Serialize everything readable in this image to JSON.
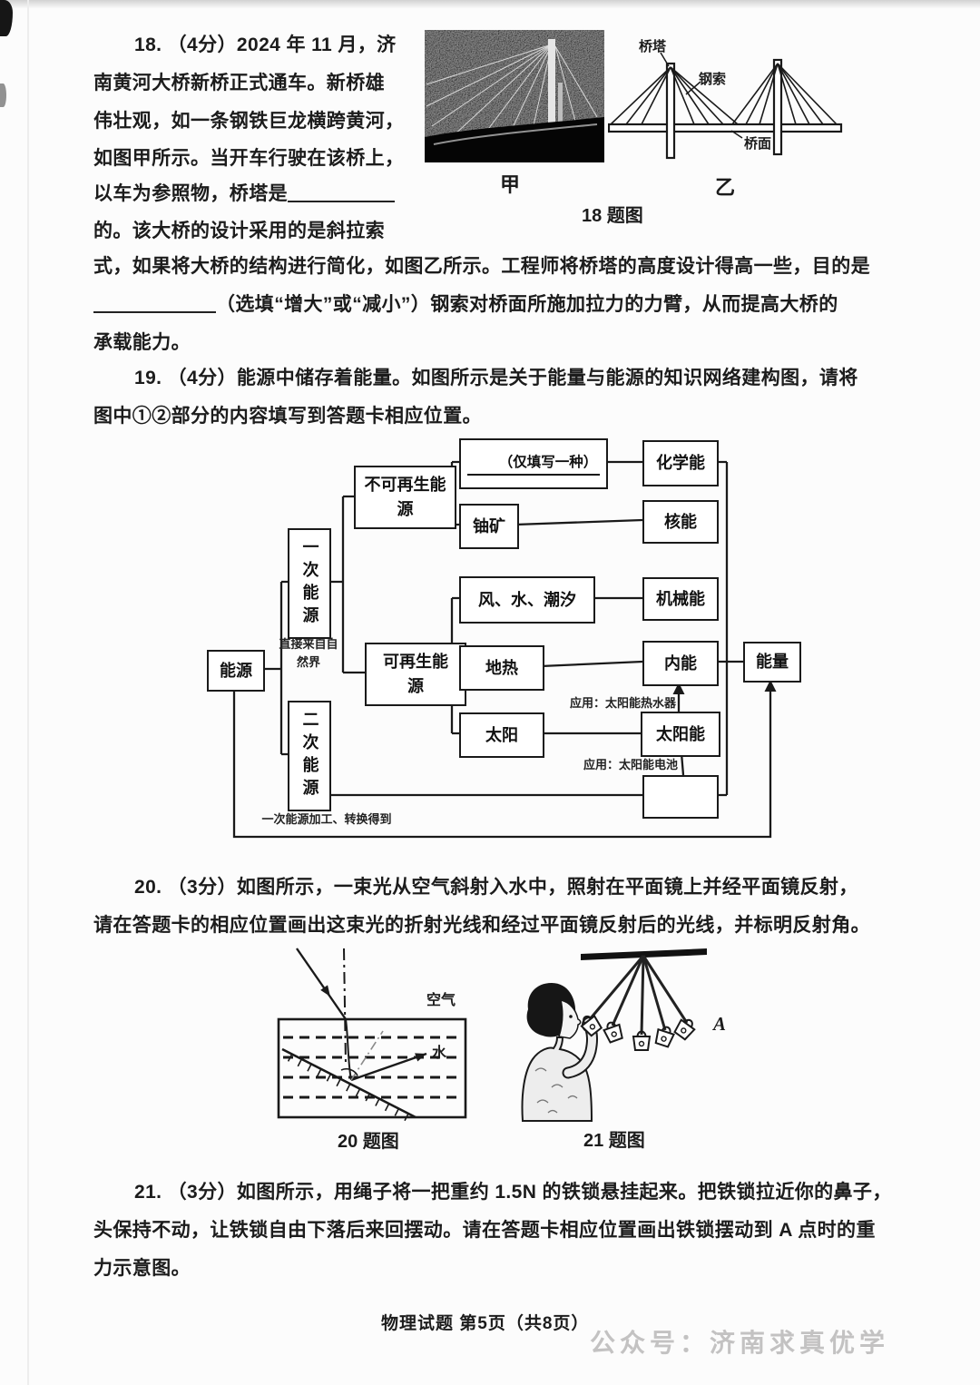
{
  "ink": "#1c1c1c",
  "q18": {
    "narrow_lines": [
      "18. （4分）2024 年 11 月，济",
      "南黄河大桥新桥正式通车。新桥雄",
      "伟壮观，如一条钢铁巨龙横跨黄河，",
      "如图甲所示。当开车行驶在该桥上，",
      "以车为参照物，桥塔是",
      "的。该大桥的设计采用的是斜拉索"
    ],
    "wide_line1": "式，如果将大桥的结构进行简化，如图乙所示。工程师将桥塔的高度设计得高一些，目的是",
    "wide_line2": "（选填“增大”或“减小”）钢索对桥面所施加拉力的力臂，从而提高大桥的",
    "wide_line3": "承载能力。",
    "figure": {
      "photo_label": "甲",
      "diagram_label": "乙",
      "caption": "18 题图",
      "tower": "桥塔",
      "cable": "钢索",
      "deck": "桥面"
    }
  },
  "q19": {
    "line1": "19. （4分）能源中储存着能量。如图所示是关于能量与能源的知识网络建构图，请将",
    "line2": "图中①②部分的内容填写到答题卡相应位置。",
    "diagram": {
      "energy_source": "能源",
      "primary": "一次能源",
      "primary_note": "直接来自自然界",
      "secondary": "二次能源",
      "secondary_note": "一次能源加工、转换得到",
      "nonrenewable": "不可再生能源",
      "renewable": "可再生能源",
      "blank1_hint": "（仅填写一种）",
      "chemical": "化学能",
      "uranium": "铀矿",
      "nuclear": "核能",
      "wind_water_tide": "风、水、潮汐",
      "mechanical": "机械能",
      "geothermal": "地热",
      "internal": "内能",
      "sun": "太阳",
      "solar": "太阳能",
      "energy": "能量",
      "app_note1": "应用：太阳能热水器",
      "app_note2": "应用：太阳能电池"
    }
  },
  "q20": {
    "line1": "20. （3分）如图所示，一束光从空气斜射入水中，照射在平面镜上并经平面镜反射，",
    "line2": "请在答题卡的相应位置画出这束光的折射光线和经过平面镜反射后的光线，并标明反射角。",
    "figure": {
      "air": "空气",
      "water": "水",
      "caption": "20 题图"
    }
  },
  "q21": {
    "line1": "21. （3分）如图所示，用绳子将一把重约 1.5N 的铁锁悬挂起来。把铁锁拉近你的鼻子，",
    "line2": "头保持不动，让铁锁自由下落后来回摆动。请在答题卡相应位置画出铁锁摆动到 A 点时的重",
    "line3": "力示意图。",
    "figure": {
      "point_label": "A",
      "caption": "21 题图"
    }
  },
  "footer": {
    "page_info": "物理试题 第5页（共8页）",
    "watermark": "公众号：济南求真优学"
  }
}
